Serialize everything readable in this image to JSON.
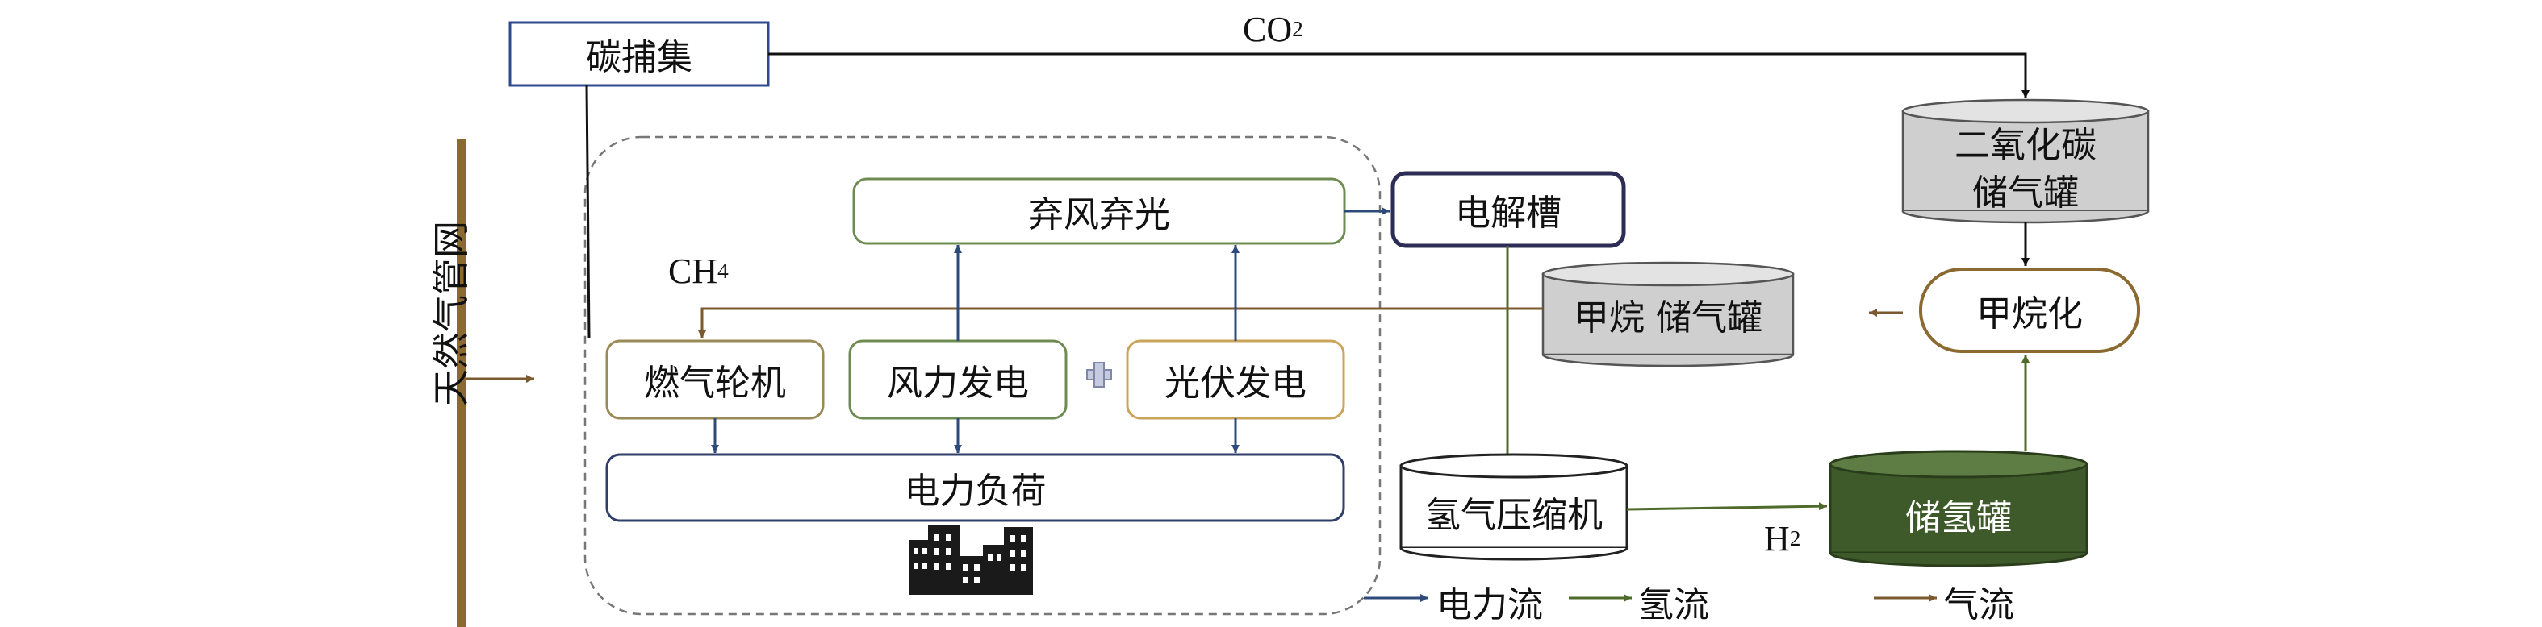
{
  "colors": {
    "electric": "#2e4a7a",
    "hydrogen": "#4f6b2b",
    "gas": "#7a5a2e",
    "carbon_capture_border": "#2f4a8c",
    "electrolyzer_border": "#2c2c54",
    "olive_border": "#9a8a55",
    "wind_border": "#6e8c52",
    "h2_tank_fill": "#3f5a2a",
    "tank_gray": "#c8c8c8"
  },
  "nodes": {
    "carbon_capture": "碳捕集",
    "gas_network": "天然气管网",
    "curtailment": "弃风弃光",
    "electrolyzer": "电解槽",
    "gas_turbine": "燃气轮机",
    "wind_power": "风力发电",
    "pv_power": "光伏发电",
    "power_load": "电力负荷",
    "methane_tank": "甲烷 储气罐",
    "co2_tank_line1": "二氧化碳",
    "co2_tank_line2": "储气罐",
    "methanation": "甲烷化",
    "h2_compressor": "氢气压缩机",
    "h2_tank": "储氢罐"
  },
  "labels": {
    "co2_base": "CO",
    "co2_sub": "2",
    "ch4_base": "CH",
    "ch4_sub": "4",
    "h2_base": "H",
    "h2_sub": "2",
    "plus": "+"
  },
  "legend": {
    "electric_flow": "电力流",
    "hydrogen_flow": "氢流",
    "gas_flow": "气流"
  },
  "icons": {
    "buildings": "city-buildings-icon",
    "plus": "plus-icon"
  }
}
